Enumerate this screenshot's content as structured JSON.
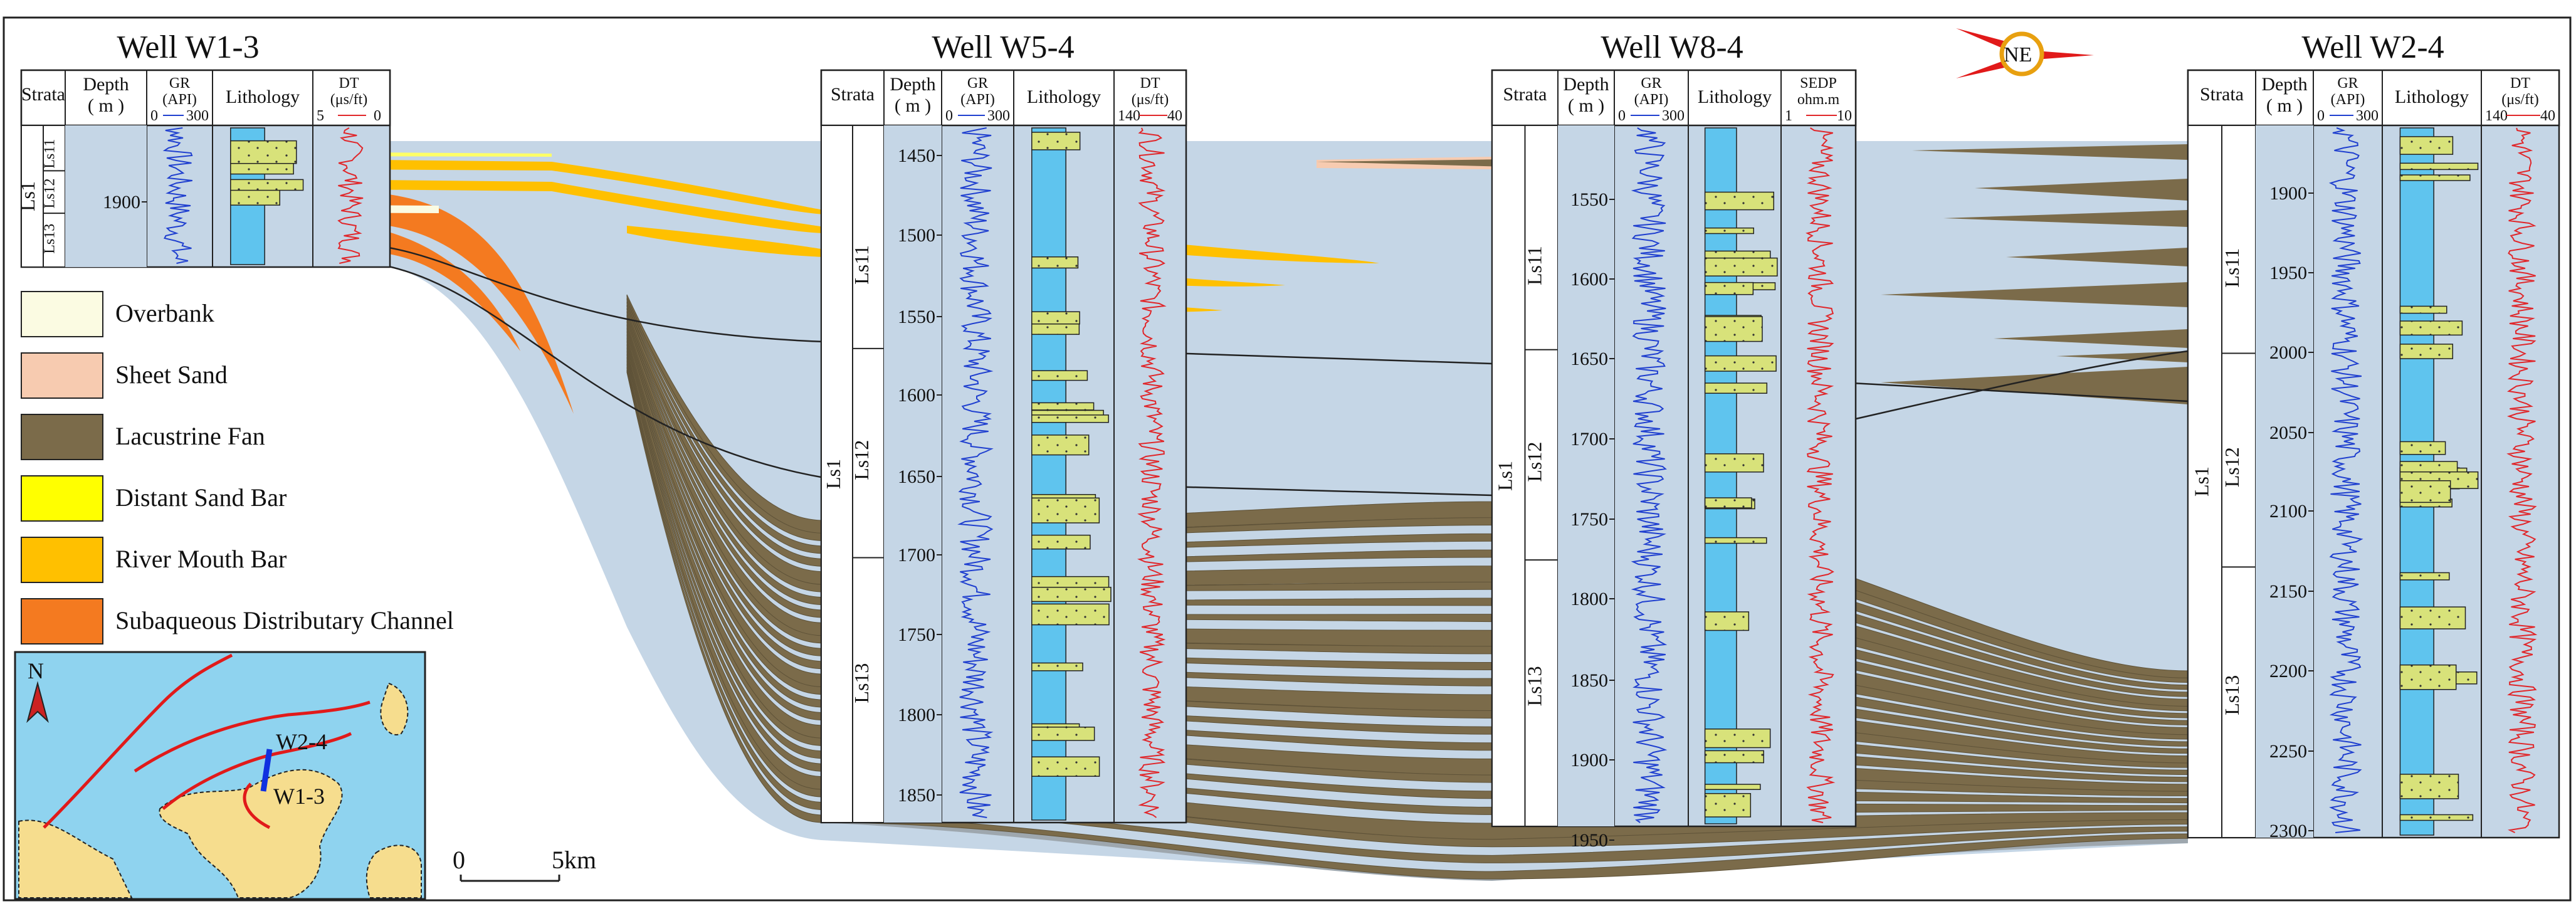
{
  "wells": [
    {
      "id": "w1",
      "title": "Well W1-3",
      "curve1": "GR",
      "curve1_unit": "(API)",
      "curve1_min": "0",
      "curve1_max": "300",
      "curve2": "DT",
      "curve2_unit": "(μs/ft)",
      "curve2_min": "5",
      "curve2_max": "0",
      "depth_ticks": [
        "1900"
      ],
      "zones": [
        "Ls1",
        "Ls11",
        "Ls12",
        "Ls13"
      ]
    },
    {
      "id": "w5",
      "title": "Well W5-4",
      "curve1": "GR",
      "curve1_unit": "(API)",
      "curve1_min": "0",
      "curve1_max": "300",
      "curve2": "DT",
      "curve2_unit": "(μs/ft)",
      "curve2_min": "140",
      "curve2_max": "40",
      "depth_ticks": [
        "1450",
        "1500",
        "1550",
        "1600",
        "1650",
        "1700",
        "1750",
        "1800",
        "1850"
      ],
      "zones": [
        "Ls1",
        "Ls11",
        "Ls12",
        "Ls13"
      ]
    },
    {
      "id": "w8",
      "title": "Well W8-4",
      "curve1": "GR",
      "curve1_unit": "(API)",
      "curve1_min": "0",
      "curve1_max": "300",
      "curve2": "SEDP",
      "curve2_unit": "ohm.m",
      "curve2_min": "1",
      "curve2_max": "10",
      "depth_ticks": [
        "1550",
        "1600",
        "1650",
        "1700",
        "1750",
        "1800",
        "1850",
        "1900",
        "1950"
      ],
      "zones": [
        "Ls1",
        "Ls11",
        "Ls12",
        "Ls13"
      ]
    },
    {
      "id": "w2",
      "title": "Well W2-4",
      "curve1": "GR",
      "curve1_unit": "(API)",
      "curve1_min": "0",
      "curve1_max": "300",
      "curve2": "DT",
      "curve2_unit": "(μs/ft)",
      "curve2_min": "140",
      "curve2_max": "40",
      "depth_ticks": [
        "1900",
        "1950",
        "2000",
        "2050",
        "2100",
        "2150",
        "2200",
        "2250",
        "2300"
      ],
      "zones": [
        "Ls1",
        "Ls11",
        "Ls12",
        "Ls13"
      ]
    }
  ],
  "column_headers": {
    "strata": "Strata",
    "depth": "Depth",
    "depth_unit": "( m )",
    "lithology": "Lithology"
  },
  "legend": [
    {
      "label": "Overbank",
      "color": "#fbfbe2"
    },
    {
      "label": "Sheet Sand",
      "color": "#f7cbb0"
    },
    {
      "label": "Lacustrine Fan",
      "color": "#7b6b4a"
    },
    {
      "label": "Distant Sand Bar",
      "color": "#ffff00"
    },
    {
      "label": "River Mouth Bar",
      "color": "#ffc000"
    },
    {
      "label": "Subaqueous Distributary Channel",
      "color": "#f47a20"
    }
  ],
  "map": {
    "north": "N",
    "wells": [
      "W2-4",
      "W1-3"
    ],
    "scale_start": "0",
    "scale_end": "5km"
  },
  "compass": "NE",
  "colors": {
    "lake": "#c5d6e6",
    "map_water": "#8fd3ef",
    "map_land": "#f6dd8e",
    "fault": "#e11a1a",
    "gr_curve": "#1f3fcf",
    "dt_curve": "#e0262a",
    "litho_blue": "#5fc4ee",
    "litho_sand": "#d8e27a"
  }
}
